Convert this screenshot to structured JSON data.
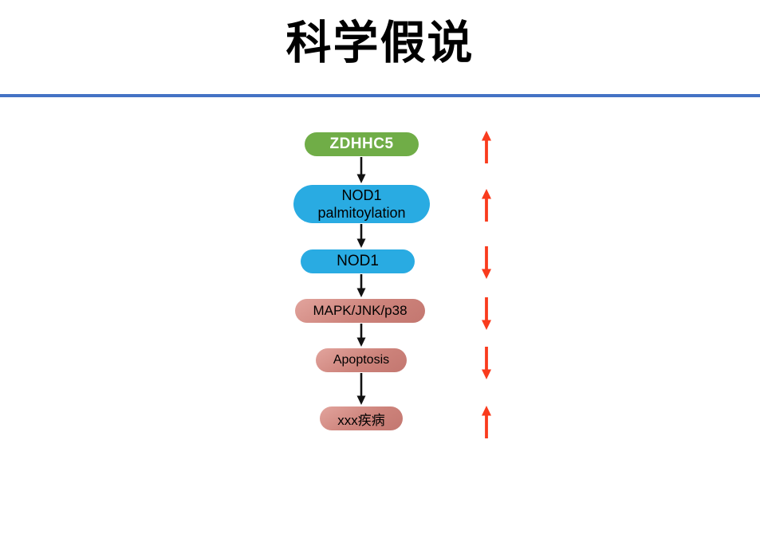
{
  "slide": {
    "title": "科学假说",
    "background_color": "#FFFFFF",
    "divider_color": "#4472C4"
  },
  "flowchart": {
    "nodes": [
      {
        "label": "ZDHHC5",
        "fill": "#70AD47",
        "text_color": "#FFFFFF",
        "trend": "up"
      },
      {
        "label": "NOD1\npalmitoylation",
        "fill": "#29ABE2",
        "text_color": "#000000",
        "trend": "up"
      },
      {
        "label": "NOD1",
        "fill": "#29ABE2",
        "text_color": "#000000",
        "trend": "down"
      },
      {
        "label": "MAPK/JNK/p38",
        "fill": "#CD837B",
        "text_color": "#000000",
        "trend": "down"
      },
      {
        "label": "Apoptosis",
        "fill": "#CD837B",
        "text_color": "#000000",
        "trend": "down"
      },
      {
        "label": "xxx疾病",
        "fill": "#CD837B",
        "text_color": "#000000",
        "trend": "up"
      }
    ],
    "connector_color": "#111111",
    "trend_arrow_color": "#F93B1D"
  }
}
